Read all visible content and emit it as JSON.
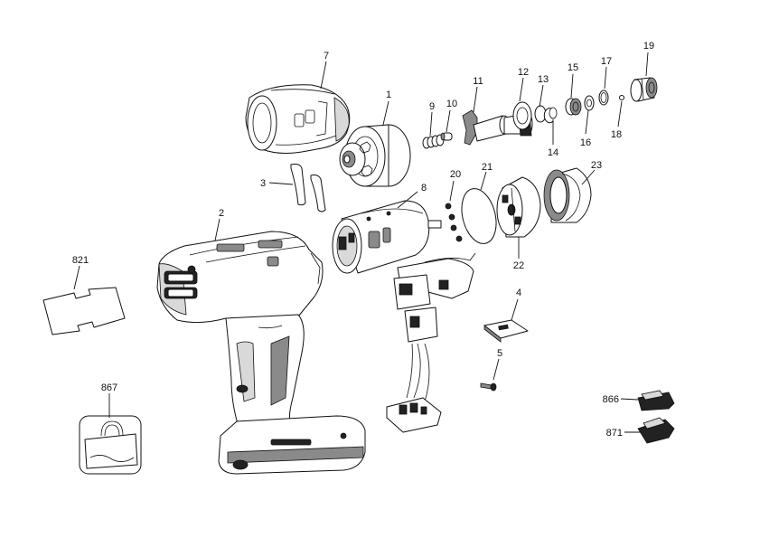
{
  "callouts": {
    "p1": "1",
    "p2": "2",
    "p3": "3",
    "p4": "4",
    "p5": "5",
    "p7": "7",
    "p8": "8",
    "p9": "9",
    "p10": "10",
    "p11": "11",
    "p12": "12",
    "p13": "13",
    "p14": "14",
    "p15": "15",
    "p16": "16",
    "p17": "17",
    "p18": "18",
    "p19": "19",
    "p20": "20",
    "p21": "21",
    "p22": "22",
    "p23": "23",
    "p821": "821",
    "p866": "866",
    "p867": "867",
    "p871": "871"
  }
}
